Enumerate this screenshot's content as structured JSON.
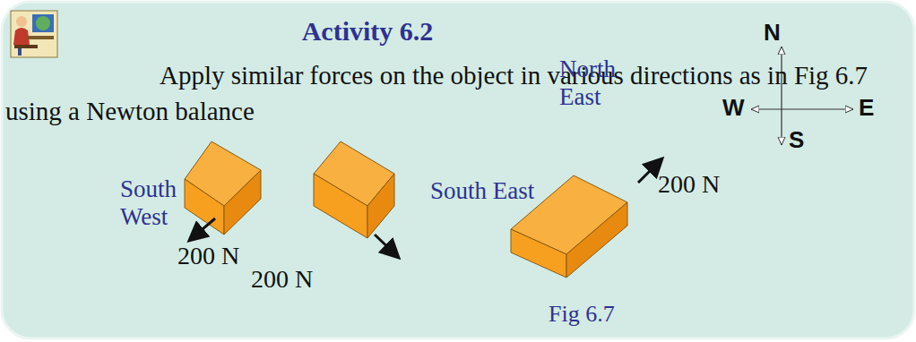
{
  "diagram": {
    "title": "Activity 6.2",
    "caption": "Fig 6.7",
    "labels": [
      "Apply similar forces on the object in various directions as in Fig 6.7 using a Newton balance",
      "South West",
      "200 N",
      "South East",
      "200 N",
      "North East",
      "200 N",
      "N",
      "W",
      "E",
      "S"
    ]
  }
}
